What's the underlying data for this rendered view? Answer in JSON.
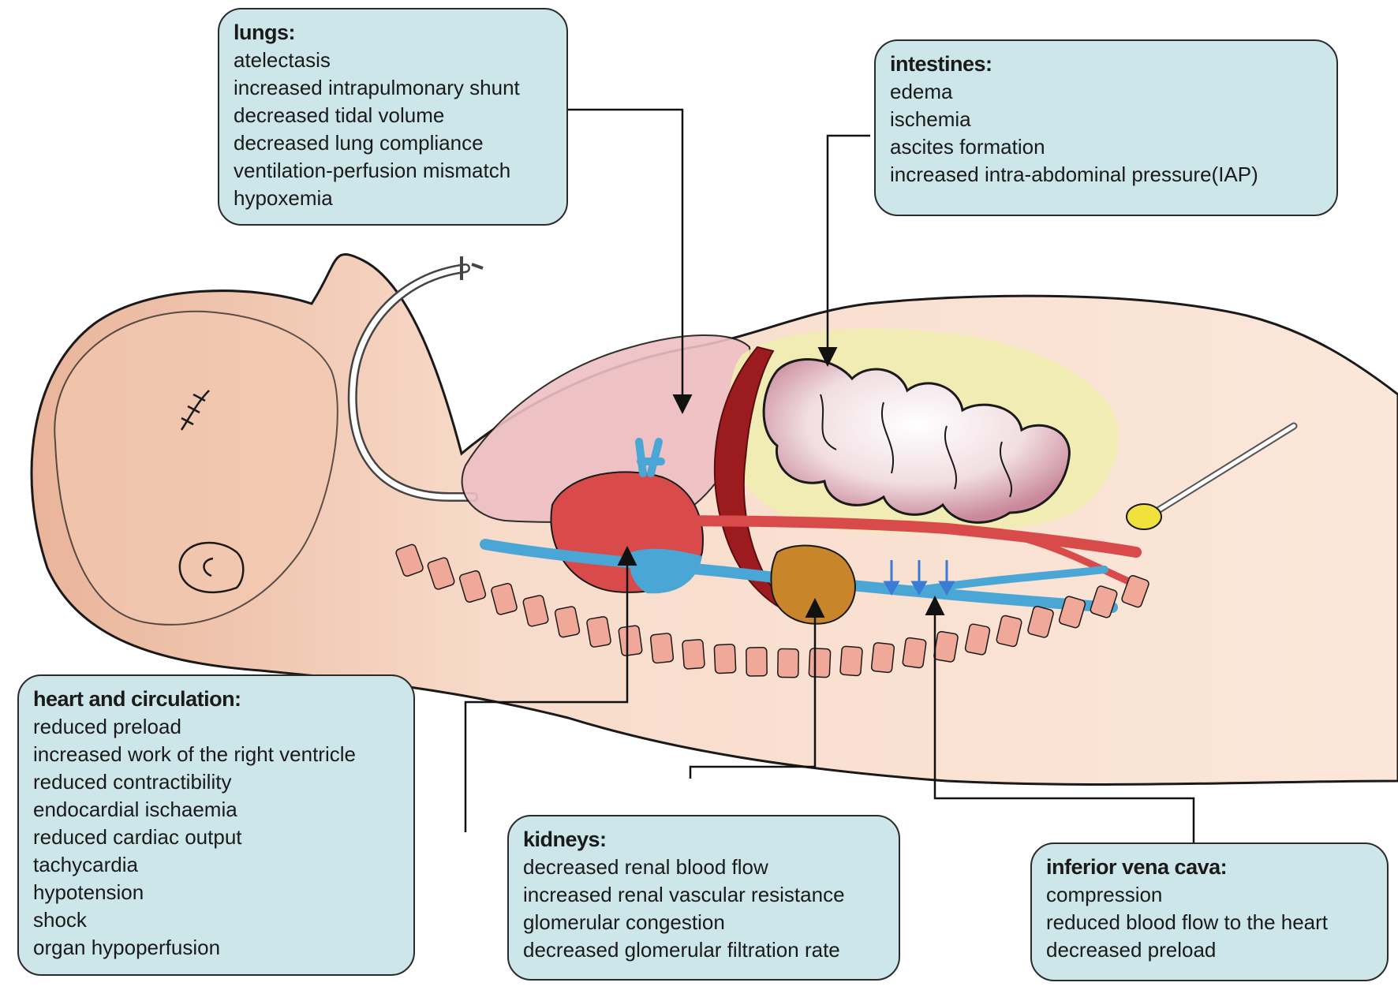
{
  "colors": {
    "box_fill": "#cde6ea",
    "skin": "#f5d3bd",
    "lung": "#e8b7bd",
    "artery": "#d94b4b",
    "vein": "#4aa6d4",
    "kidney": "#c8852a",
    "intestine_fat": "#f0edb0",
    "diaphragm": "#9c1b1e",
    "vertebrae": "#f0a898"
  },
  "icons": [
    "endotracheal-tube-icon",
    "urinary-catheter-icon",
    "pressure-arrows-icon"
  ],
  "boxes": {
    "lungs": {
      "title": "lungs:",
      "items": [
        "atelectasis",
        "increased intrapulmonary shunt",
        "decreased tidal volume",
        "decreased lung compliance",
        "ventilation-perfusion mismatch",
        "hypoxemia"
      ]
    },
    "intestines": {
      "title": "intestines:",
      "items": [
        "edema",
        "ischemia",
        "ascites formation",
        "increased intra-abdominal pressure(IAP)"
      ]
    },
    "heart": {
      "title": "heart and circulation:",
      "items": [
        "reduced preload",
        "increased work of the right ventricle",
        "reduced contractibility",
        "endocardial ischaemia",
        "reduced cardiac output",
        "tachycardia",
        "hypotension",
        "shock",
        "organ hypoperfusion"
      ]
    },
    "kidneys": {
      "title": "kidneys:",
      "items": [
        "decreased renal blood flow",
        "increased renal vascular resistance",
        "glomerular congestion",
        "decreased glomerular filtration rate"
      ]
    },
    "ivc": {
      "title": "inferior vena cava:",
      "items": [
        "compression",
        "reduced blood flow to the heart",
        "decreased preload"
      ]
    }
  }
}
